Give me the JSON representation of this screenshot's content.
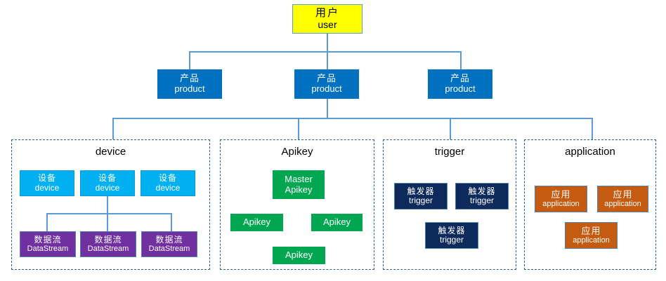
{
  "diagram": {
    "title_note": "",
    "colors": {
      "user": "#ffff00",
      "product": "#0070c0",
      "device": "#00b0f0",
      "datastream": "#7030a0",
      "apikey": "#00a650",
      "trigger": "#0d2a5c",
      "application": "#c55a11",
      "connector": "#5b9bd5",
      "group_border": "#2e5f8a"
    },
    "root": {
      "cn": "用户",
      "en": "user"
    },
    "products": [
      {
        "cn": "产品",
        "en": "product"
      },
      {
        "cn": "产品",
        "en": "product"
      },
      {
        "cn": "产品",
        "en": "product"
      }
    ],
    "groups": [
      {
        "id": "device",
        "title": "device",
        "devices": [
          {
            "cn": "设备",
            "en": "device"
          },
          {
            "cn": "设备",
            "en": "device"
          },
          {
            "cn": "设备",
            "en": "device"
          }
        ],
        "datastreams": [
          {
            "cn": "数据流",
            "en": "DataStream"
          },
          {
            "cn": "数据流",
            "en": "DataStream"
          },
          {
            "cn": "数据流",
            "en": "DataStream"
          }
        ]
      },
      {
        "id": "apikey",
        "title": "Apikey",
        "items": [
          {
            "cn": "Master",
            "en": "Apikey"
          },
          {
            "cn": "",
            "en": "Apikey"
          },
          {
            "cn": "",
            "en": "Apikey"
          },
          {
            "cn": "",
            "en": "Apikey"
          }
        ]
      },
      {
        "id": "trigger",
        "title": "trigger",
        "items": [
          {
            "cn": "触发器",
            "en": "trigger"
          },
          {
            "cn": "触发器",
            "en": "trigger"
          },
          {
            "cn": "触发器",
            "en": "trigger"
          }
        ]
      },
      {
        "id": "application",
        "title": "application",
        "items": [
          {
            "cn": "应用",
            "en": "application"
          },
          {
            "cn": "应用",
            "en": "application"
          },
          {
            "cn": "应用",
            "en": "application"
          }
        ]
      }
    ]
  }
}
